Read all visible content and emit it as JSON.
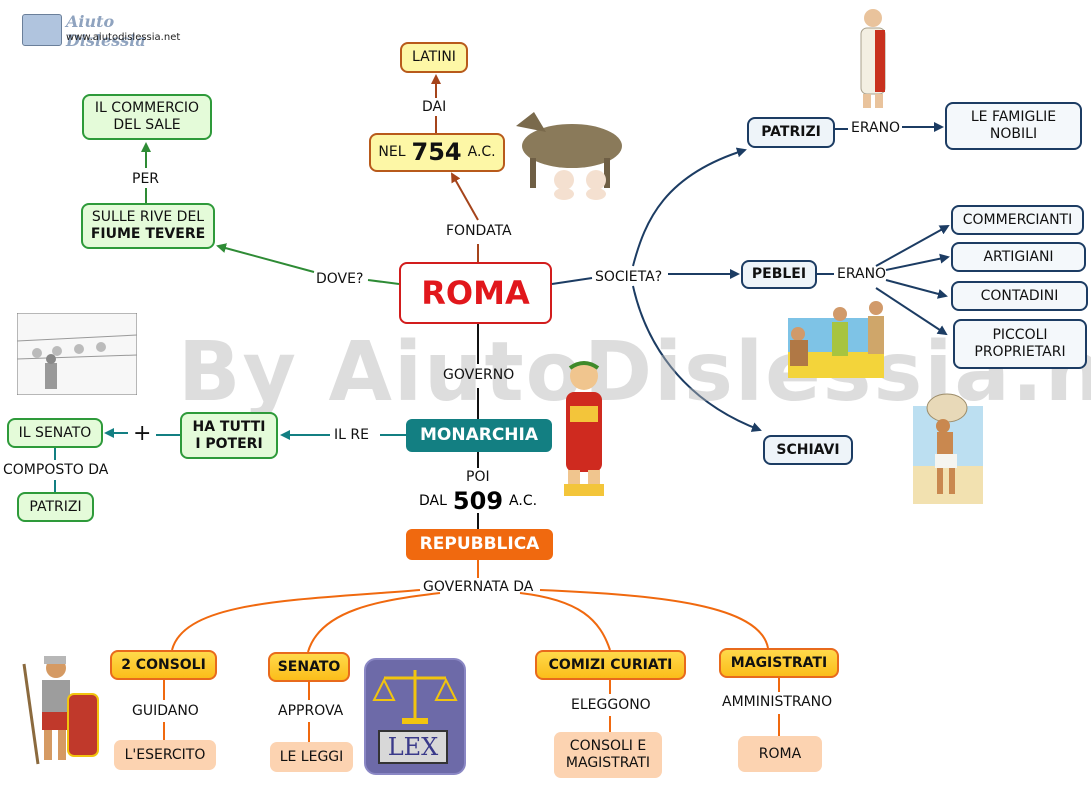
{
  "logo": {
    "name": "Aiuto Dislessia",
    "url": "www.aiutodislessia.net"
  },
  "watermark": "By AiutoDislessia.net",
  "center": "ROMA",
  "fondata": {
    "link": "FONDATA",
    "year_prefix": "NEL",
    "year": "754",
    "year_suffix": "A.C.",
    "link2": "DAI",
    "founders": "LATINI"
  },
  "dove": {
    "link": "DOVE?",
    "place_line1": "SULLE RIVE DEL",
    "place_line2": "FIUME TEVERE",
    "link2": "PER",
    "reason": "IL COMMERCIO DEL SALE"
  },
  "societa": {
    "link": "SOCIETA?",
    "patrizi": "PATRIZI",
    "patrizi_link": "ERANO",
    "patrizi_desc": "LE FAMIGLIE NOBILI",
    "peblei": "PEBLEI",
    "peblei_link": "ERANO",
    "peblei_items": [
      "COMMERCIANTI",
      "ARTIGIANI",
      "CONTADINI",
      "PICCOLI PROPRIETARI"
    ],
    "schiavi": "SCHIAVI"
  },
  "governo": {
    "link": "GOVERNO",
    "monarchia": "MONARCHIA",
    "link_re": "IL RE",
    "poteri": "HA TUTTI I POTERI",
    "plus": "+",
    "senato": "IL SENATO",
    "composto": "COMPOSTO DA",
    "patrizi": "PATRIZI"
  },
  "repubblica": {
    "link": "POI",
    "year_prefix": "DAL",
    "year": "509",
    "year_suffix": "A.C.",
    "name": "REPUBBLICA",
    "governata": "GOVERNATA DA",
    "organi": [
      {
        "name": "2 CONSOLI",
        "verb": "GUIDANO",
        "object": "L'ESERCITO"
      },
      {
        "name": "SENATO",
        "verb": "APPROVA",
        "object": "LE LEGGI"
      },
      {
        "name": "COMIZI CURIATI",
        "verb": "ELEGGONO",
        "object": "CONSOLI E MAGISTRATI"
      },
      {
        "name": "MAGISTRATI",
        "verb": "AMMINISTRANO",
        "object": "ROMA"
      }
    ],
    "lex": "LEX"
  },
  "colors": {
    "roma_red": "#e1171c",
    "monarchia_teal": "#137f82",
    "repubblica_orange": "#f0690f",
    "green_line": "#2e8b35",
    "brown_line": "#a5441b",
    "navy_line": "#1c3c63"
  },
  "icons": [
    "wolf-picture",
    "patrician-picture",
    "plebeian-picture",
    "slave-picture",
    "king-picture",
    "senate-picture",
    "legionary-picture",
    "lex-scales-icon"
  ]
}
